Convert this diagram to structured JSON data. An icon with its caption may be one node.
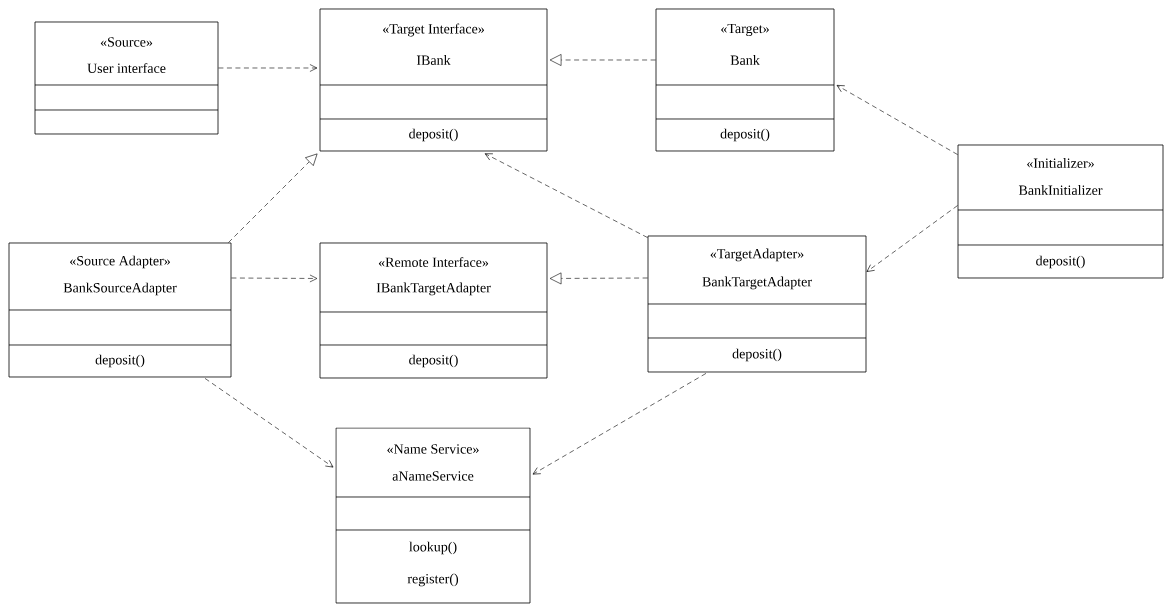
{
  "diagram": {
    "nodes": [
      {
        "text": [
          "«Source»",
          "User interface"
        ]
      },
      {
        "text": [
          "«Target Interface»",
          "IBank",
          "deposit()"
        ]
      },
      {
        "text": [
          "«Target»",
          "Bank",
          "deposit()"
        ]
      },
      {
        "text": [
          "«Initializer»",
          "BankInitializer",
          "deposit()"
        ]
      },
      {
        "text": [
          "«Source Adapter»",
          "BankSourceAdapter",
          "deposit()"
        ]
      },
      {
        "text": [
          "«Remote Interface»",
          "IBankTargetAdapter",
          "deposit()"
        ]
      },
      {
        "text": [
          "«TargetAdapter»",
          "BankTargetAdapter",
          "deposit()"
        ]
      },
      {
        "text": [
          "«Name Service»",
          "aNameService",
          "lookup()",
          "register()"
        ]
      }
    ],
    "edges": [
      {
        "from": 0,
        "to": 1,
        "arrow": "to"
      },
      {
        "from": 2,
        "to": 1,
        "arrow": "to"
      },
      {
        "from": 3,
        "to": 2,
        "arrow": "to"
      },
      {
        "from": 3,
        "to": 6,
        "arrow": "to"
      },
      {
        "from": 4,
        "to": 1,
        "arrow": "to"
      },
      {
        "from": 6,
        "to": 1,
        "arrow": "to"
      },
      {
        "from": 4,
        "to": 5,
        "arrow": "to"
      },
      {
        "from": 6,
        "to": 5,
        "arrow": "to"
      },
      {
        "from": 4,
        "to": 7,
        "arrow": "to"
      },
      {
        "from": 6,
        "to": 7,
        "arrow": "to"
      }
    ]
  }
}
